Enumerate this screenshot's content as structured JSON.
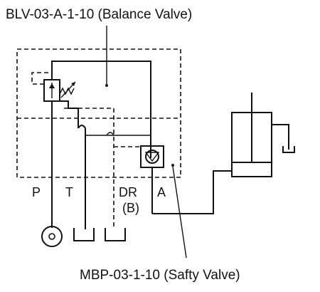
{
  "diagram": {
    "top_label": "BLV-03-A-1-10 (Balance Valve)",
    "bottom_label": "MBP-03-1-10 (Safty Valve)",
    "ports": {
      "p": "P",
      "t": "T",
      "dr": "DR",
      "dr_sub": "(B)",
      "a": "A"
    }
  }
}
